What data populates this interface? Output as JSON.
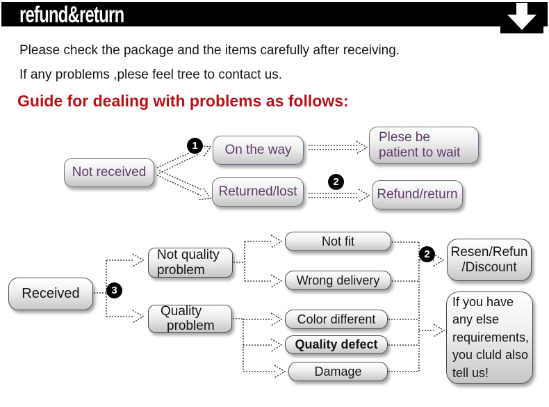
{
  "colors": {
    "header_bg": "#000000",
    "header_text": "#ffffff",
    "heading_red": "#b5121a",
    "section1_text": "#5b3a68",
    "section2_text": "#141414",
    "badge_bg": "#000000"
  },
  "icons": {
    "header_arrow": "down-arrow-icon"
  },
  "header": {
    "title": "refund&return"
  },
  "intro": {
    "line1": "Please check the package and the items carefully after receiving.",
    "line2": "If any problems ,plese feel tree to contact us."
  },
  "heading": "Guide for dealing with problems as follows:",
  "flowchart": {
    "badges": {
      "b1": "1",
      "b2a": "2",
      "b2b": "2",
      "b3": "3"
    },
    "nodes": {
      "not_received": {
        "label": "Not received"
      },
      "on_the_way": {
        "label": "On the way"
      },
      "returned_lost": {
        "label": "Returned/lost"
      },
      "plese_wait": {
        "line1": "Plese be",
        "line2": "patient to wait"
      },
      "refund_return": {
        "label": "Refund/return"
      },
      "received": {
        "label": "Received"
      },
      "not_quality": {
        "line1": "Not quality",
        "line2": "problem"
      },
      "quality_problem": {
        "line1": "Quality",
        "line2": "problem"
      },
      "not_fit": {
        "label": "Not fit"
      },
      "wrong_delivery": {
        "label": "Wrong delivery"
      },
      "color_different": {
        "label": "Color different"
      },
      "quality_defect": {
        "label": "Quality defect"
      },
      "damage": {
        "label": "Damage"
      },
      "resen_refun": {
        "line1": "Resen/Refun",
        "line2": "/Discount"
      },
      "if_you_have": {
        "lines": [
          "If you have",
          "any else",
          "requirements,",
          "you cluld also",
          "tell us!"
        ]
      }
    }
  }
}
